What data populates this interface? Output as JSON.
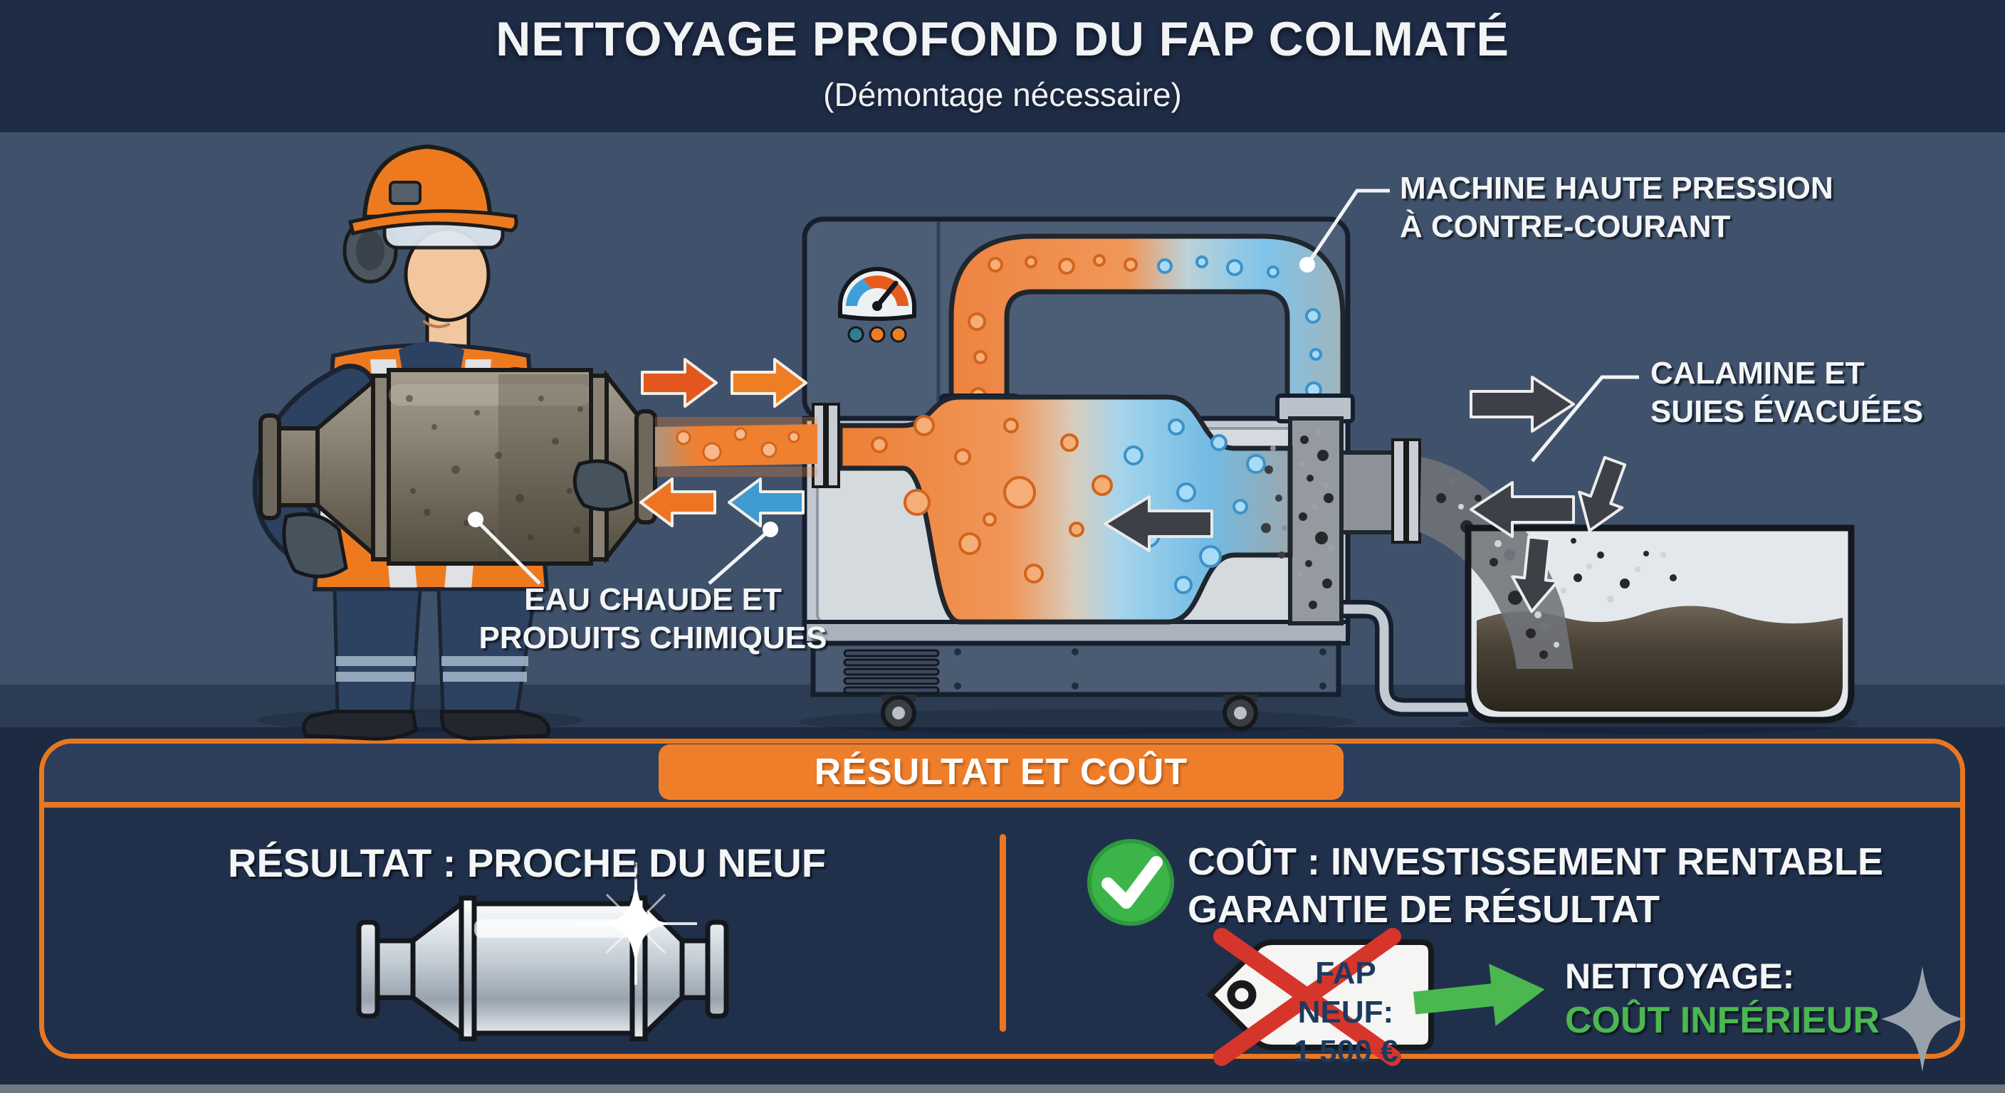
{
  "header": {
    "title": "NETTOYAGE PROFOND DU FAP COLMATÉ",
    "subtitle": "(Démontage nécessaire)"
  },
  "scene": {
    "machine_label": {
      "line1": "MACHINE HAUTE PRESSION",
      "line2": "À CONTRE-COURANT"
    },
    "waste_label": {
      "line1": "CALAMINE ET",
      "line2": "SUIES ÉVACUÉES"
    },
    "fluid_label": {
      "line1": "EAU CHAUDE ET",
      "line2": "PRODUITS CHIMIQUES"
    }
  },
  "result_panel": {
    "banner": "RÉSULTAT ET COÛT",
    "result": {
      "heading": "RÉSULTAT : PROCHE DU NEUF"
    },
    "cost": {
      "heading_line1": "COÛT : INVESTISSEMENT RENTABLE",
      "heading_line2": "GARANTIE DE RÉSULTAT",
      "price_tag": {
        "label": "FAP NEUF:",
        "price": "1 500 €"
      },
      "cleaning": {
        "label": "NETTOYAGE:",
        "value": "COÛT INFÉRIEUR"
      }
    }
  },
  "colors": {
    "accent_orange": "#e87722",
    "banner_orange": "#ef7e2a",
    "success_green": "#3bb54a",
    "arrow_green": "#4ab84f",
    "cross_red": "#d6352c",
    "hot_orange": "#ee8030",
    "cold_blue": "#3f9ad2",
    "background_navy": "#1d2b43",
    "scene_blue": "#40526b"
  }
}
